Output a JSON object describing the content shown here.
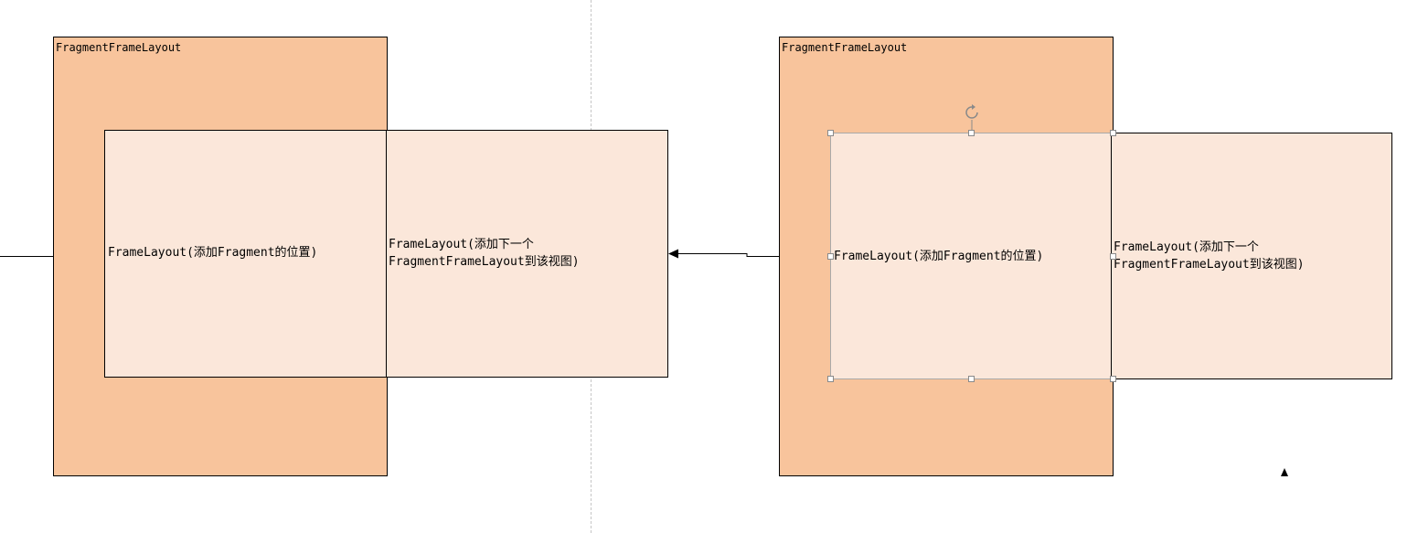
{
  "diagram": {
    "left": {
      "outer": {
        "title": "FragmentFrameLayout"
      },
      "inner_a": {
        "label": "FrameLayout(添加Fragment的位置)"
      },
      "inner_b": {
        "line1": "FrameLayout(添加下一个",
        "line2": "FragmentFrameLayout到该视图)"
      }
    },
    "right": {
      "outer": {
        "title": "FragmentFrameLayout"
      },
      "inner_a": {
        "label": "FrameLayout(添加Fragment的位置)"
      },
      "inner_b": {
        "line1": "FrameLayout(添加下一个",
        "line2": "FragmentFrameLayout到该视图)"
      }
    }
  },
  "colors": {
    "outer_fill": "#f8c49c",
    "inner_fill": "#fbe7da",
    "stroke": "#000000",
    "divider": "#c6c6c6"
  },
  "icons": [
    "rotate-handle-icon",
    "arrowhead-icon",
    "cursor-triangle-icon"
  ]
}
